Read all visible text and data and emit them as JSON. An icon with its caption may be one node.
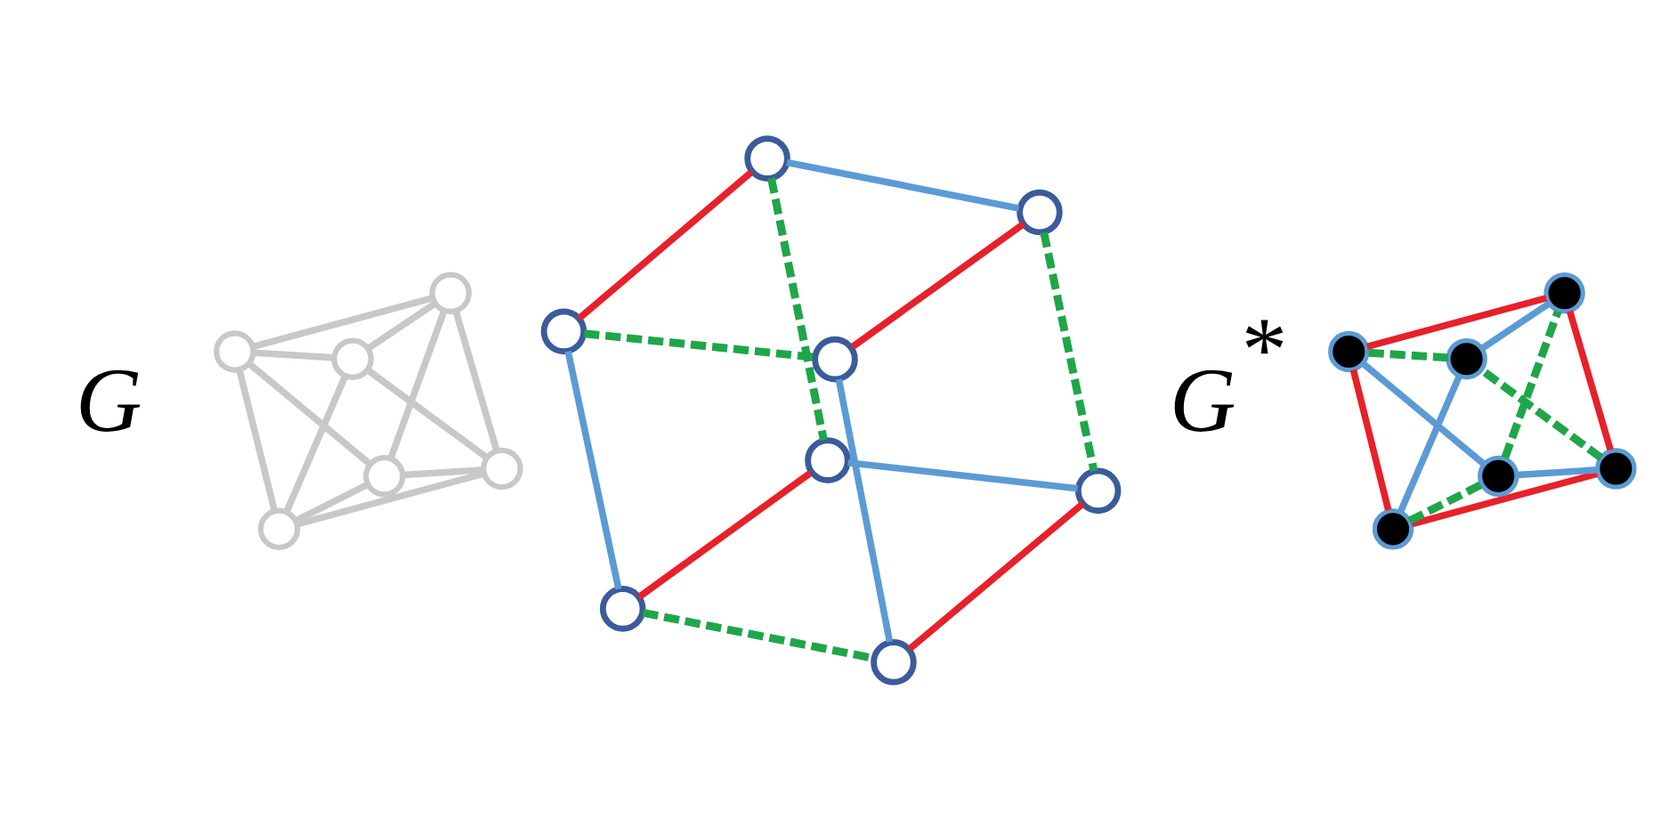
{
  "diagram": {
    "nodes": [
      {
        "text": [],
        "shape": "circle"
      },
      {
        "text": [],
        "shape": "circle"
      },
      {
        "text": [],
        "shape": "circle"
      },
      {
        "text": [],
        "shape": "circle"
      },
      {
        "text": [],
        "shape": "circle"
      },
      {
        "text": [],
        "shape": "circle"
      },
      {
        "text": [],
        "shape": "circle"
      },
      {
        "text": [],
        "shape": "circle"
      },
      {
        "text": [],
        "shape": "circle"
      },
      {
        "text": [],
        "shape": "circle"
      },
      {
        "text": [],
        "shape": "circle"
      },
      {
        "text": [],
        "shape": "circle"
      },
      {
        "text": [],
        "shape": "circle"
      },
      {
        "text": [],
        "shape": "circle"
      },
      {
        "text": [],
        "shape": "circle"
      },
      {
        "text": [],
        "shape": "circle"
      },
      {
        "text": [],
        "shape": "circle"
      },
      {
        "text": [],
        "shape": "circle"
      },
      {
        "text": [],
        "shape": "circle"
      },
      {
        "text": [],
        "shape": "circle"
      }
    ],
    "edges": [
      {
        "from": 0,
        "to": 4,
        "arrow": "none",
        "color": "#c8c8c8"
      },
      {
        "from": 0,
        "to": 5,
        "arrow": "none",
        "color": "#c8c8c8"
      },
      {
        "from": 4,
        "to": 5,
        "arrow": "none",
        "color": "#c8c8c8"
      },
      {
        "from": 0,
        "to": 1,
        "arrow": "none",
        "color": "#c8c8c8"
      },
      {
        "from": 0,
        "to": 2,
        "arrow": "none",
        "color": "#c8c8c8"
      },
      {
        "from": 1,
        "to": 2,
        "arrow": "none",
        "color": "#c8c8c8"
      },
      {
        "from": 1,
        "to": 3,
        "arrow": "none",
        "color": "#c8c8c8"
      },
      {
        "from": 2,
        "to": 3,
        "arrow": "none",
        "color": "#c8c8c8"
      },
      {
        "from": 1,
        "to": 4,
        "arrow": "none",
        "color": "#c8c8c8"
      },
      {
        "from": 2,
        "to": 5,
        "arrow": "none",
        "color": "#c8c8c8"
      },
      {
        "from": 3,
        "to": 4,
        "arrow": "none",
        "color": "#c8c8c8"
      },
      {
        "from": 3,
        "to": 5,
        "arrow": "none",
        "color": "#c8c8c8"
      },
      {
        "from": 8,
        "to": 6,
        "arrow": "none",
        "color": "#e8202a"
      },
      {
        "from": 6,
        "to": 9,
        "arrow": "none",
        "style": "dashed",
        "color": "#1fa64a"
      },
      {
        "from": 9,
        "to": 7,
        "arrow": "none",
        "color": "#e8202a"
      },
      {
        "from": 6,
        "to": 10,
        "arrow": "none",
        "color": "#5b9bd5"
      },
      {
        "from": 9,
        "to": 12,
        "arrow": "none",
        "color": "#5b9bd5"
      },
      {
        "from": 8,
        "to": 11,
        "arrow": "none",
        "style": "dashed",
        "color": "#1fa64a"
      },
      {
        "from": 11,
        "to": 10,
        "arrow": "none",
        "color": "#e8202a"
      },
      {
        "from": 10,
        "to": 12,
        "arrow": "none",
        "style": "dashed",
        "color": "#1fa64a"
      },
      {
        "from": 11,
        "to": 13,
        "arrow": "none",
        "color": "#5b9bd5"
      },
      {
        "from": 12,
        "to": 13,
        "arrow": "none",
        "color": "#e8202a"
      },
      {
        "from": 8,
        "to": 7,
        "arrow": "none",
        "color": "#5b9bd5"
      },
      {
        "from": 7,
        "to": 13,
        "arrow": "none",
        "style": "dashed",
        "color": "#1fa64a"
      },
      {
        "from": 14,
        "to": 18,
        "arrow": "none",
        "color": "#5b9bd5"
      },
      {
        "from": 14,
        "to": 15,
        "arrow": "none",
        "color": "#e8202a"
      },
      {
        "from": 14,
        "to": 16,
        "arrow": "none",
        "style": "dashed",
        "color": "#1fa64a"
      },
      {
        "from": 14,
        "to": 19,
        "arrow": "none",
        "color": "#e8202a"
      },
      {
        "from": 15,
        "to": 16,
        "arrow": "none",
        "color": "#5b9bd5"
      },
      {
        "from": 15,
        "to": 18,
        "arrow": "none",
        "style": "dashed",
        "color": "#1fa64a"
      },
      {
        "from": 15,
        "to": 17,
        "arrow": "none",
        "color": "#e8202a"
      },
      {
        "from": 16,
        "to": 17,
        "arrow": "none",
        "style": "dashed",
        "color": "#1fa64a"
      },
      {
        "from": 16,
        "to": 19,
        "arrow": "none",
        "color": "#5b9bd5"
      },
      {
        "from": 17,
        "to": 18,
        "arrow": "none",
        "color": "#5b9bd5"
      },
      {
        "from": 17,
        "to": 19,
        "arrow": "none",
        "color": "#e8202a"
      },
      {
        "from": 18,
        "to": 19,
        "arrow": "none",
        "style": "dashed",
        "color": "#1fa64a"
      }
    ],
    "labels": [
      "G",
      "G$^{*}$"
    ]
  }
}
